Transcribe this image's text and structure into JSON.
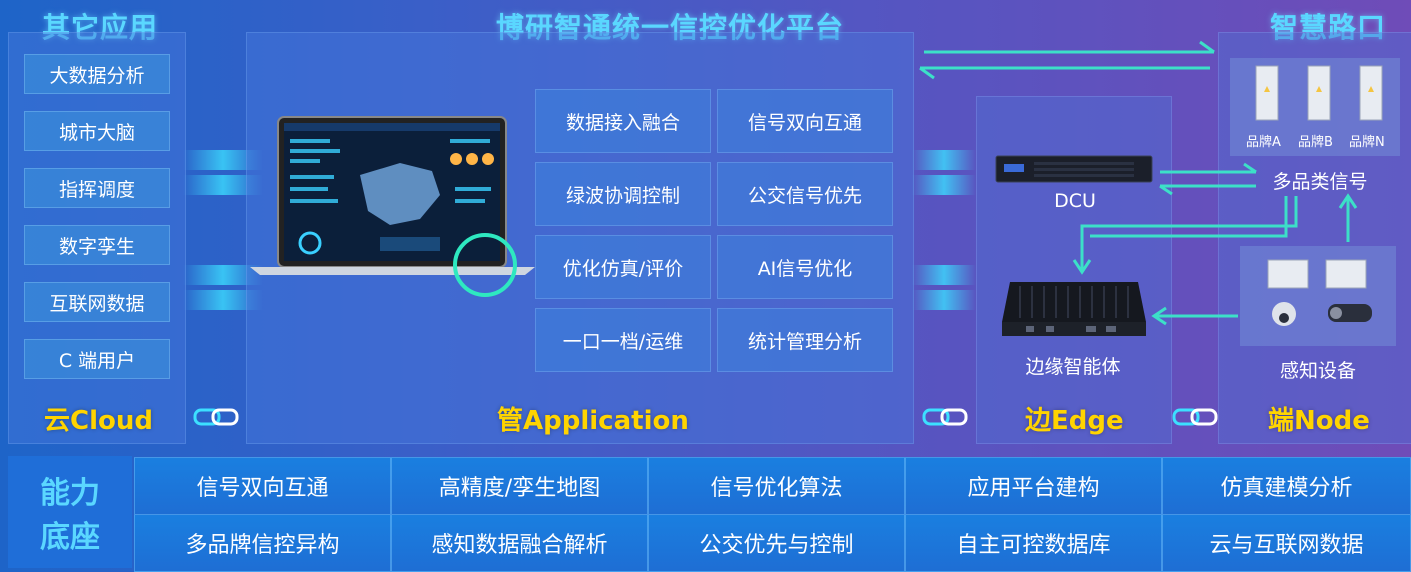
{
  "titles": {
    "other_apps": "其它应用",
    "platform": "博研智通统一信控优化平台",
    "smart_intersection": "智慧路口"
  },
  "cloud": {
    "items": [
      "大数据分析",
      "城市大脑",
      "指挥调度",
      "数字孪生",
      "互联网数据",
      "C 端用户"
    ],
    "layer_prefix": "云",
    "layer_suffix": "Cloud"
  },
  "application": {
    "grid": [
      [
        "数据接入融合",
        "信号双向互通"
      ],
      [
        "绿波协调控制",
        "公交信号优先"
      ],
      [
        "优化仿真/评价",
        "AI信号优化"
      ],
      [
        "一口一档/运维",
        "统计管理分析"
      ]
    ],
    "layer_prefix": "管",
    "layer_suffix": "Application"
  },
  "edge": {
    "dcu_label": "DCU",
    "agent_label": "边缘智能体",
    "layer_prefix": "边",
    "layer_suffix": "Edge"
  },
  "node": {
    "brands": [
      "品牌A",
      "品牌B",
      "品牌N"
    ],
    "multi_signal": "多品类信号",
    "sensing": "感知设备",
    "layer_prefix": "端",
    "layer_suffix": "Node"
  },
  "base": {
    "label_line1": "能力",
    "label_line2": "底座",
    "row1": [
      "信号双向互通",
      "高精度/孪生地图",
      "信号优化算法",
      "应用平台建构",
      "仿真建模分析"
    ],
    "row2": [
      "多品牌信控异构",
      "感知数据融合解析",
      "公交优先与控制",
      "自主可控数据库",
      "云与互联网数据"
    ]
  },
  "colors": {
    "accent": "#ffd400",
    "title": "#5ad7ff",
    "arrow": "#3ce0c8"
  }
}
